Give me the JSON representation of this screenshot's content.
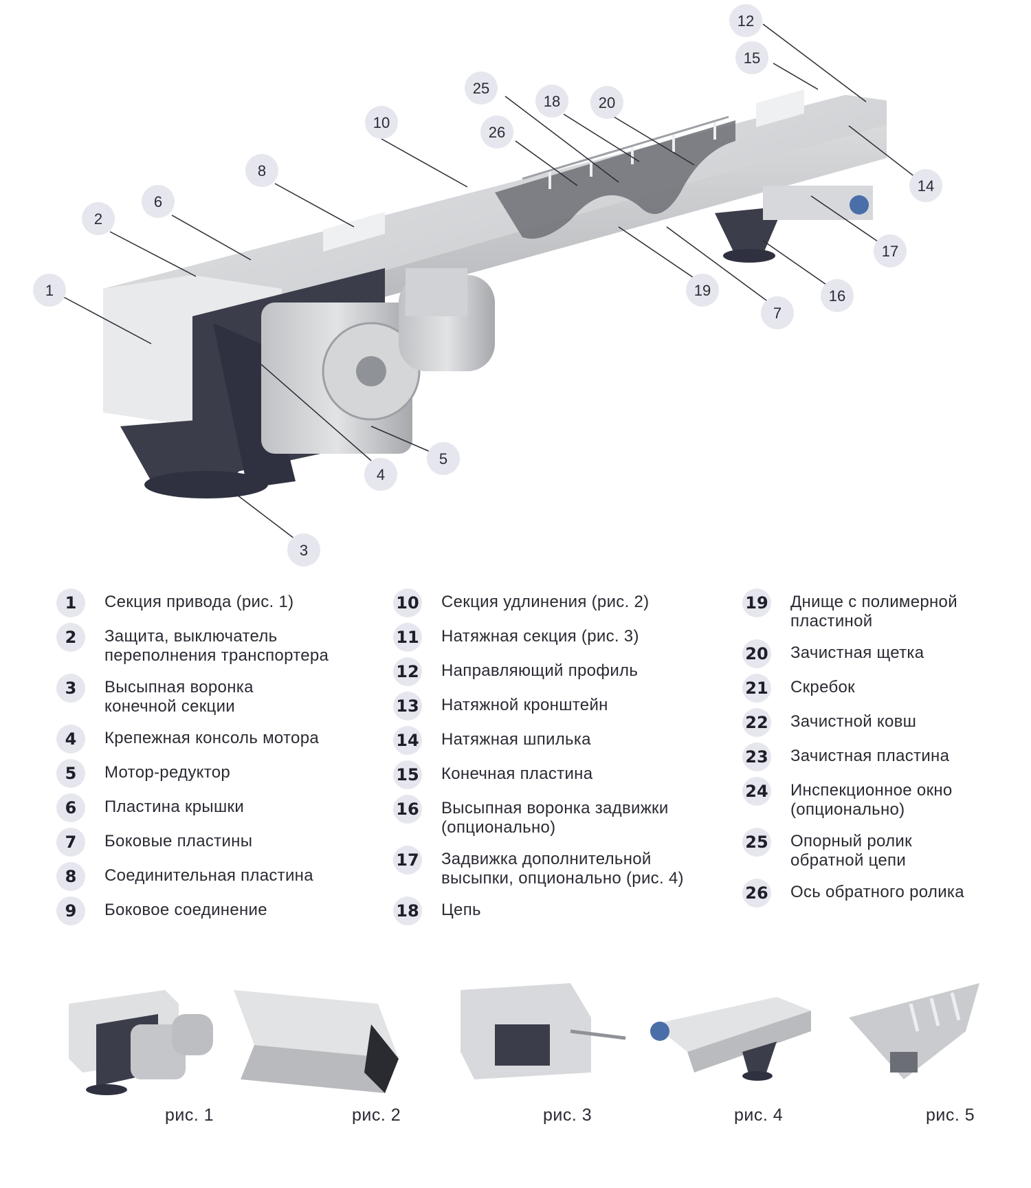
{
  "callouts": [
    "1",
    "2",
    "3",
    "4",
    "5",
    "6",
    "7",
    "8",
    "10",
    "12",
    "14",
    "15",
    "16",
    "17",
    "18",
    "19",
    "20",
    "25",
    "26"
  ],
  "legend": [
    {
      "num": "1",
      "text": "Секция привода (рис. 1)"
    },
    {
      "num": "2",
      "text": "Защита, выключатель переполнения транспортера"
    },
    {
      "num": "3",
      "text": "Высыпная воронка конечной секции"
    },
    {
      "num": "4",
      "text": "Крепежная консоль мотора"
    },
    {
      "num": "5",
      "text": "Мотор-редуктор"
    },
    {
      "num": "6",
      "text": "Пластина крышки"
    },
    {
      "num": "7",
      "text": "Боковые пластины"
    },
    {
      "num": "8",
      "text": "Соединительная пластина"
    },
    {
      "num": "9",
      "text": "Боковое соединение"
    },
    {
      "num": "10",
      "text": "Секция удлинения (рис. 2)"
    },
    {
      "num": "11",
      "text": "Натяжная секция (рис. 3)"
    },
    {
      "num": "12",
      "text": "Направляющий профиль"
    },
    {
      "num": "13",
      "text": "Натяжной кронштейн"
    },
    {
      "num": "14",
      "text": "Натяжная шпилька"
    },
    {
      "num": "15",
      "text": "Конечная пластина"
    },
    {
      "num": "16",
      "text": "Высыпная воронка задвижки (опционально)"
    },
    {
      "num": "17",
      "text": "Задвижка дополнительной высыпки, опционально (рис. 4)"
    },
    {
      "num": "18",
      "text": "Цепь"
    },
    {
      "num": "19",
      "text": "Днище с полимерной пластиной"
    },
    {
      "num": "20",
      "text": "Зачистная щетка"
    },
    {
      "num": "21",
      "text": "Скребок"
    },
    {
      "num": "22",
      "text": "Зачистной ковш"
    },
    {
      "num": "23",
      "text": "Зачистная пластина"
    },
    {
      "num": "24",
      "text": "Инспекционное окно (опционально)"
    },
    {
      "num": "25",
      "text": "Опорный ролик обратной цепи"
    },
    {
      "num": "26",
      "text": "Ось обратного ролика"
    }
  ],
  "figures": [
    "рис. 1",
    "рис. 2",
    "рис. 3",
    "рис. 4",
    "рис. 5"
  ],
  "colors": {
    "steel": "#c9cbce",
    "steel_dark": "#9c9fa4",
    "frame": "#3b3d4a",
    "badge": "#e6e6ee",
    "motor_blue": "#4a6ea8"
  }
}
